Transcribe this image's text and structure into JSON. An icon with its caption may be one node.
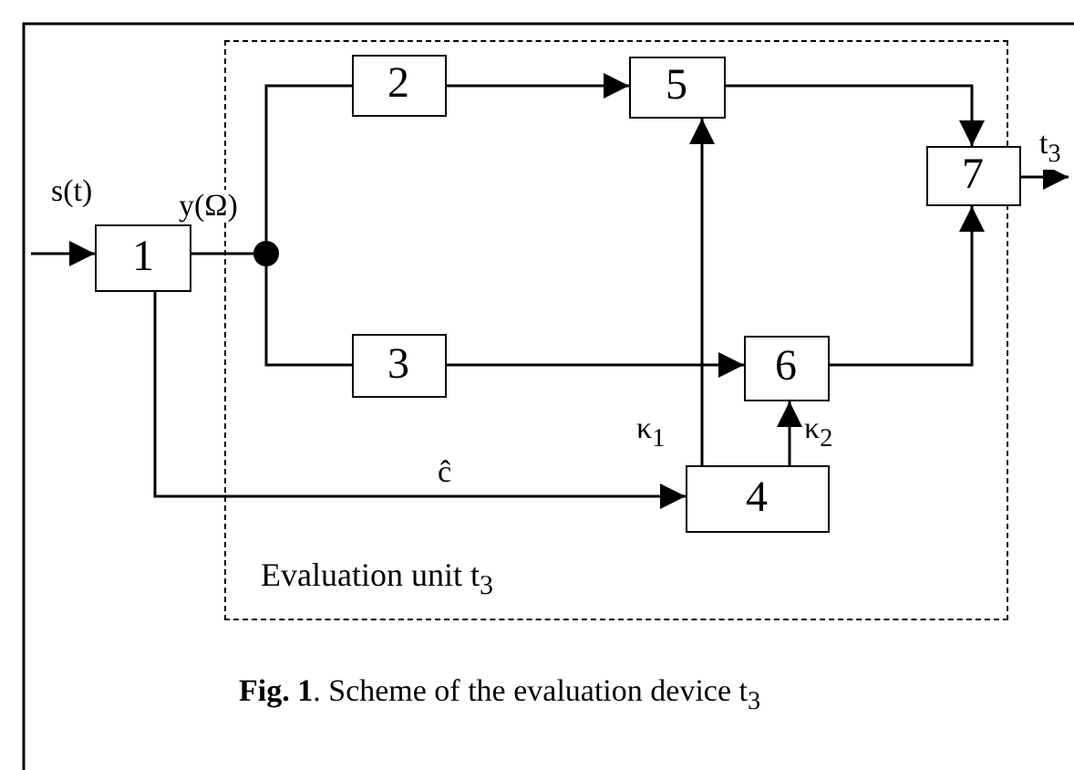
{
  "diagram": {
    "caption": "**Fig. 1**. Scheme of the evaluation device t$_{3}$",
    "nodes": [
      {
        "text": [
          "Evaluation unit t$_{3}$"
        ]
      },
      {
        "text": [
          "1"
        ]
      },
      {
        "text": [],
        "shape": "circle",
        "in": 0
      },
      {
        "text": [
          "2"
        ],
        "in": 0
      },
      {
        "text": [
          "3"
        ],
        "in": 0
      },
      {
        "text": [
          "4"
        ],
        "in": 0
      },
      {
        "text": [
          "5"
        ],
        "in": 0
      },
      {
        "text": [
          "6"
        ],
        "in": 0
      },
      {
        "text": [
          "7"
        ],
        "in": 0
      }
    ],
    "edges": [
      {
        "from": null,
        "to": 1,
        "arrow": "to",
        "label": "s(t)"
      },
      {
        "from": 1,
        "to": 2,
        "arrow": "none",
        "label": "y(Ω)"
      },
      {
        "from": 2,
        "to": 3,
        "arrow": "none"
      },
      {
        "from": 2,
        "to": 4,
        "arrow": "none"
      },
      {
        "from": 3,
        "to": 6,
        "arrow": "to"
      },
      {
        "from": 4,
        "to": 7,
        "arrow": "to"
      },
      {
        "from": 1,
        "to": 5,
        "arrow": "to",
        "label": "ĉ"
      },
      {
        "from": 5,
        "to": 6,
        "arrow": "to",
        "label": "κ$_{1}$"
      },
      {
        "from": 5,
        "to": 7,
        "arrow": "to",
        "label": "κ$_{2}$"
      },
      {
        "from": 6,
        "to": 8,
        "arrow": "to"
      },
      {
        "from": 7,
        "to": 8,
        "arrow": "to"
      },
      {
        "from": 8,
        "to": null,
        "arrow": "to",
        "label": "t$_{3}$"
      }
    ]
  }
}
